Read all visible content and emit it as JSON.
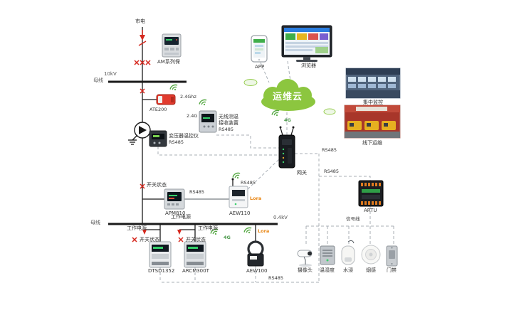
{
  "colors": {
    "line": "#1a1a1a",
    "dash": "#a8afb6",
    "red": "#d6281e",
    "green": "#56a944",
    "cloud": "#8cc63f",
    "orange": "#e8820c"
  },
  "power": {
    "mains": "市电",
    "kv10": "10kV",
    "kv04": "0.4kV",
    "bus": "母线",
    "working_power": "工作电源",
    "switch_status": "开关状态"
  },
  "devices": {
    "relay": "AM系列保",
    "ate200": "ATE200",
    "receiver_line1": "无线测温",
    "receiver_line2": "接收装置",
    "transformer_ctrl": "变压器温控仪",
    "gateway": "网关",
    "apm810": "APM810",
    "aew110": "AEW110",
    "dtsd1352": "DTSD1352",
    "arcm300t": "ARCM300T",
    "aew100": "AEW100",
    "artu": "ARTU",
    "camera": "摄像头",
    "temp_humidity": "温湿度",
    "water_sensor": "水浸",
    "smoke_sensor": "烟感",
    "door_access": "门禁"
  },
  "comm": {
    "rs485": "RS485",
    "lora": "Lora",
    "g4": "4G",
    "ghz24_long": "2.4Ghz",
    "ghz24_short": "2.4G",
    "signal_line": "信号线"
  },
  "cloud": {
    "name": "运维云",
    "app": "APP",
    "browser": "浏览器",
    "central_monitoring": "集中监控",
    "offline_ops": "线下运维"
  }
}
